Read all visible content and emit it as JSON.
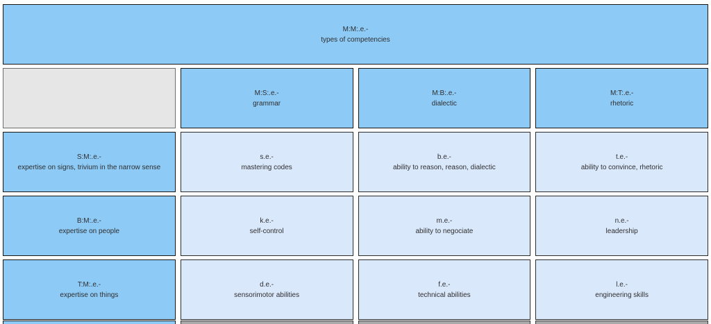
{
  "root": {
    "code": "M:M:.e.-",
    "label": "types of competencies"
  },
  "col_headers": [
    {
      "code": "M:S:.e.-",
      "label": "grammar"
    },
    {
      "code": "M:B:.e.-",
      "label": "dialectic"
    },
    {
      "code": "M:T:.e.-",
      "label": "rhetoric"
    }
  ],
  "rows": [
    {
      "header": {
        "code": "S:M:.e.-",
        "label": "expertise on signs, trivium in the narrow sense"
      },
      "cells": [
        {
          "code": "s.e.-",
          "label": "mastering codes"
        },
        {
          "code": "b.e.-",
          "label": "ability to reason, reason, dialectic"
        },
        {
          "code": "t.e.-",
          "label": "ability to convince, rhetoric"
        }
      ]
    },
    {
      "header": {
        "code": "B:M:.e.-",
        "label": "expertise on people"
      },
      "cells": [
        {
          "code": "k.e.-",
          "label": "self-control"
        },
        {
          "code": "m.e.-",
          "label": "ability to negociate"
        },
        {
          "code": "n.e.-",
          "label": "leadership"
        }
      ]
    },
    {
      "header": {
        "code": "T:M:.e.-",
        "label": "expertise on things"
      },
      "cells": [
        {
          "code": "d.e.-",
          "label": "sensorimotor abilities"
        },
        {
          "code": "f.e.-",
          "label": "technical abilities"
        },
        {
          "code": "l.e.-",
          "label": "engineering skills"
        }
      ]
    }
  ],
  "colors": {
    "cell_blue": "#8dcaf6",
    "cell_light": "#dae8fc",
    "cell_gray": "#e6e6e6",
    "border_dark": "#161616",
    "text": "#2e2e2e"
  }
}
